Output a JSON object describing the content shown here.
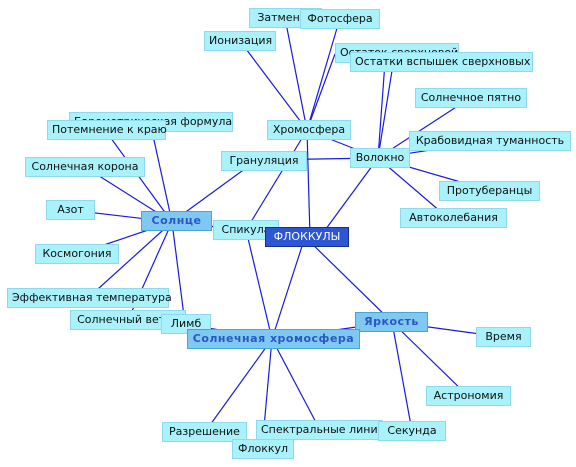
{
  "diagram": {
    "center": "ФЛОККУЛЫ",
    "hubs": {
      "sun": "Солнце",
      "chromosphere": "Солнечная хромосфера",
      "brightness": "Яркость",
      "fibril": "Волокно",
      "chromo": "Хромосфера"
    },
    "leaves": {
      "eclipse": "Затмение",
      "photosphere": "Фотосфера",
      "ionization": "Ионизация",
      "snr": "Остаток сверхновой",
      "snr_remnants": "Остатки вспышек сверхновых",
      "sunspot": "Солнечное пятно",
      "barometric": "Барометрическая формула",
      "limb_darkening": "Потемнение к краю",
      "crab": "Крабовидная туманность",
      "granulation": "Грануляция",
      "corona": "Солнечная корона",
      "prominences": "Протуберанцы",
      "nitrogen": "Азот",
      "autooscillation": "Автоколебания",
      "spicule": "Спикула",
      "cosmogony": "Космогония",
      "eff_temp": "Эффективная температура",
      "solar_wind": "Солнечный ветер",
      "limb": "Лимб",
      "time": "Время",
      "astronomy": "Астрономия",
      "resolution": "Разрешение",
      "spectral_lines": "Спектральные линии",
      "second": "Секунда",
      "flocculus": "Флоккул"
    }
  }
}
